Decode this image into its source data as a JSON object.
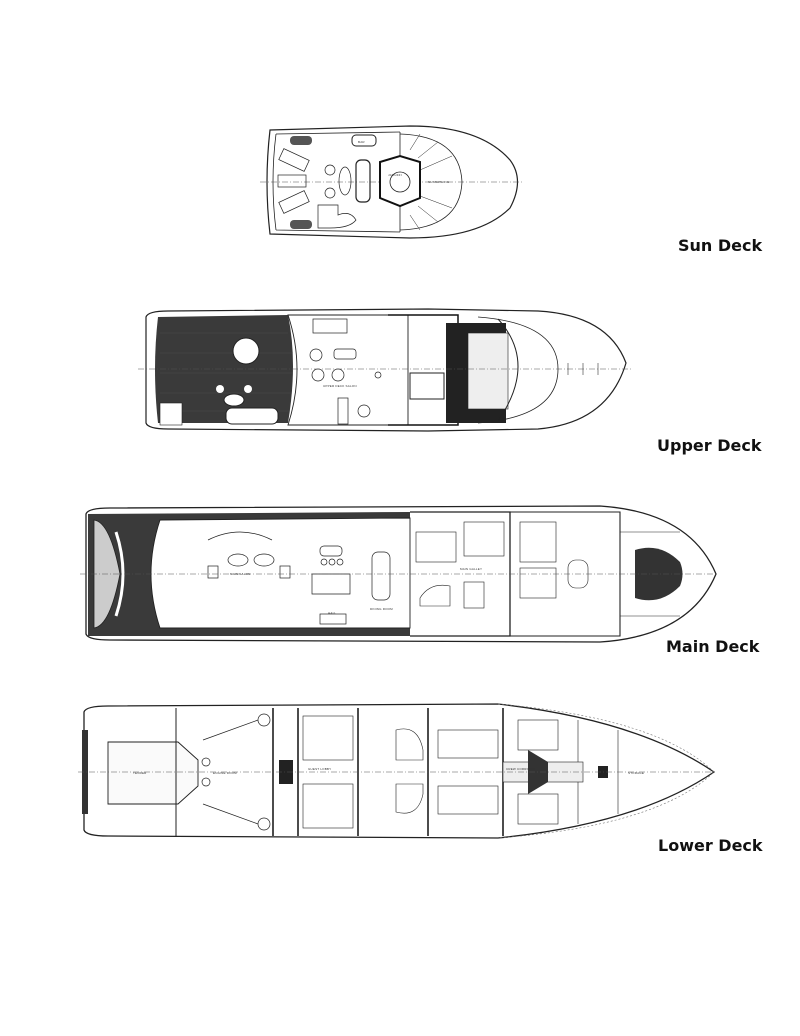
{
  "decks": [
    {
      "title": "Sun Deck",
      "labels": {
        "bar": "BAR",
        "jacuzzi": "JACUZZI",
        "sunbathing": "SUNBATHING"
      }
    },
    {
      "title": "Upper Deck",
      "labels": {
        "salon": "UPPER DECK SALON"
      }
    },
    {
      "title": "Main Deck",
      "labels": {
        "salon": "MAIN SALON",
        "hall": "HALL",
        "dining": "DINING ROOM",
        "galley": "MAIN GALLEY"
      }
    },
    {
      "title": "Lower Deck",
      "labels": {
        "tender": "TENDER",
        "engine": "ENGINE ROOM",
        "lobby": "GUEST LOBBY",
        "crew_corridor": "CREW CORRIDOR",
        "storage": "STORAGE"
      }
    }
  ],
  "colors": {
    "ink": "#222222",
    "teak": "#3a3a3a",
    "paper": "#ffffff"
  }
}
